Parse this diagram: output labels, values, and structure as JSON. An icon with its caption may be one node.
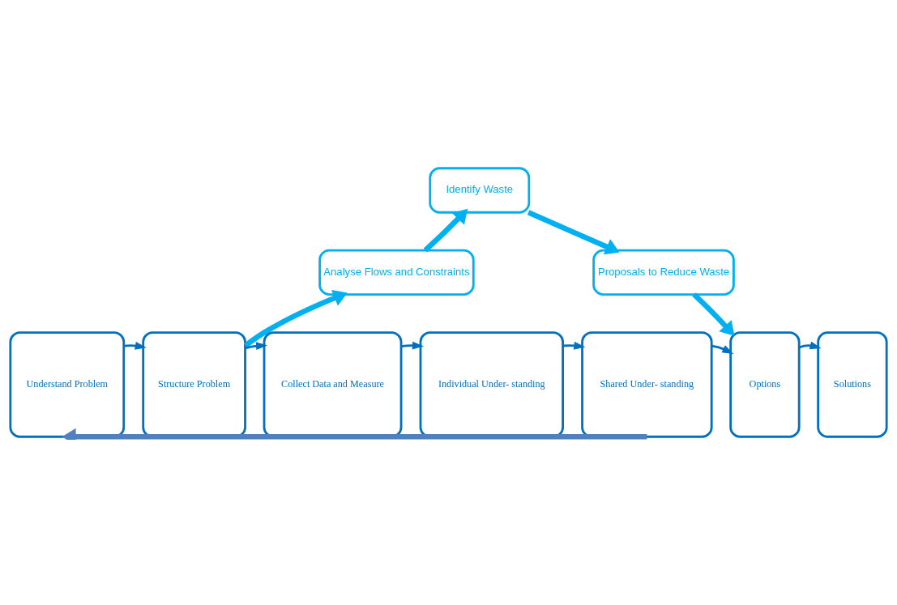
{
  "diagram": {
    "nodes": [
      {
        "text": [
          "Identify Waste"
        ]
      },
      {
        "text": [
          "Analyse Flows and Constraints"
        ]
      },
      {
        "text": [
          "Proposals to Reduce Waste"
        ]
      },
      {
        "text": [
          "Understand Problem"
        ]
      },
      {
        "text": [
          "Structure Problem"
        ]
      },
      {
        "text": [
          "Collect Data and Measure"
        ]
      },
      {
        "text": [
          "Individual Under- standing"
        ]
      },
      {
        "text": [
          "Shared Under- standing"
        ]
      },
      {
        "text": [
          "Options"
        ]
      },
      {
        "text": [
          "Solutions"
        ]
      }
    ],
    "edges": [
      {
        "from": 3,
        "to": 4,
        "arrow": "to"
      },
      {
        "from": 4,
        "to": 5,
        "arrow": "to"
      },
      {
        "from": 5,
        "to": 6,
        "arrow": "to"
      },
      {
        "from": 6,
        "to": 7,
        "arrow": "to"
      },
      {
        "from": 7,
        "to": 8,
        "arrow": "to"
      },
      {
        "from": 8,
        "to": 9,
        "arrow": "to"
      },
      {
        "from": 4,
        "to": 1,
        "arrow": "to",
        "style": "thick",
        "color": "#00b0f0"
      },
      {
        "from": 1,
        "to": 0,
        "arrow": "to",
        "style": "thick",
        "color": "#00b0f0"
      },
      {
        "from": 0,
        "to": 2,
        "arrow": "to",
        "style": "thick",
        "color": "#00b0f0"
      },
      {
        "from": 2,
        "to": 8,
        "arrow": "to",
        "style": "thick",
        "color": "#00b0f0"
      },
      {
        "from": 7,
        "to": 3,
        "arrow": "to",
        "style": "thick",
        "color": "#4f81bd"
      }
    ]
  }
}
